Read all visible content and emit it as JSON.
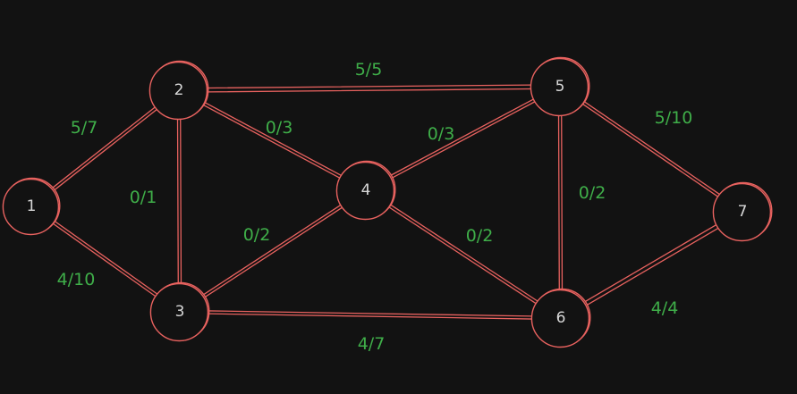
{
  "colors": {
    "background": "#121212",
    "edge": "#e8625f",
    "node_label": "#d8d8d8",
    "flow_label": "#3fae49"
  },
  "nodes": [
    {
      "id": "1",
      "label": "1"
    },
    {
      "id": "2",
      "label": "2"
    },
    {
      "id": "3",
      "label": "3"
    },
    {
      "id": "4",
      "label": "4"
    },
    {
      "id": "5",
      "label": "5"
    },
    {
      "id": "6",
      "label": "6"
    },
    {
      "id": "7",
      "label": "7"
    }
  ],
  "edges": [
    {
      "id": "1-2",
      "from": "1",
      "to": "2",
      "label": "5/7",
      "saturated": false
    },
    {
      "id": "1-3",
      "from": "1",
      "to": "3",
      "label": "4/10",
      "saturated": false
    },
    {
      "id": "2-5",
      "from": "2",
      "to": "5",
      "label": "5/5",
      "saturated": true
    },
    {
      "id": "2-4",
      "from": "2",
      "to": "4",
      "label": "0/3",
      "saturated": false
    },
    {
      "id": "2-3",
      "from": "2",
      "to": "3",
      "label": "0/1",
      "saturated": false
    },
    {
      "id": "3-4",
      "from": "3",
      "to": "4",
      "label": "0/2",
      "saturated": false
    },
    {
      "id": "4-5",
      "from": "4",
      "to": "5",
      "label": "0/3",
      "saturated": false
    },
    {
      "id": "4-6",
      "from": "4",
      "to": "6",
      "label": "0/2",
      "saturated": false
    },
    {
      "id": "3-6",
      "from": "3",
      "to": "6",
      "label": "4/7",
      "saturated": false
    },
    {
      "id": "5-6",
      "from": "5",
      "to": "6",
      "label": "0/2",
      "saturated": false
    },
    {
      "id": "5-7",
      "from": "5",
      "to": "7",
      "label": "5/10",
      "saturated": false
    },
    {
      "id": "6-7",
      "from": "6",
      "to": "7",
      "label": "4/4",
      "saturated": true
    }
  ]
}
